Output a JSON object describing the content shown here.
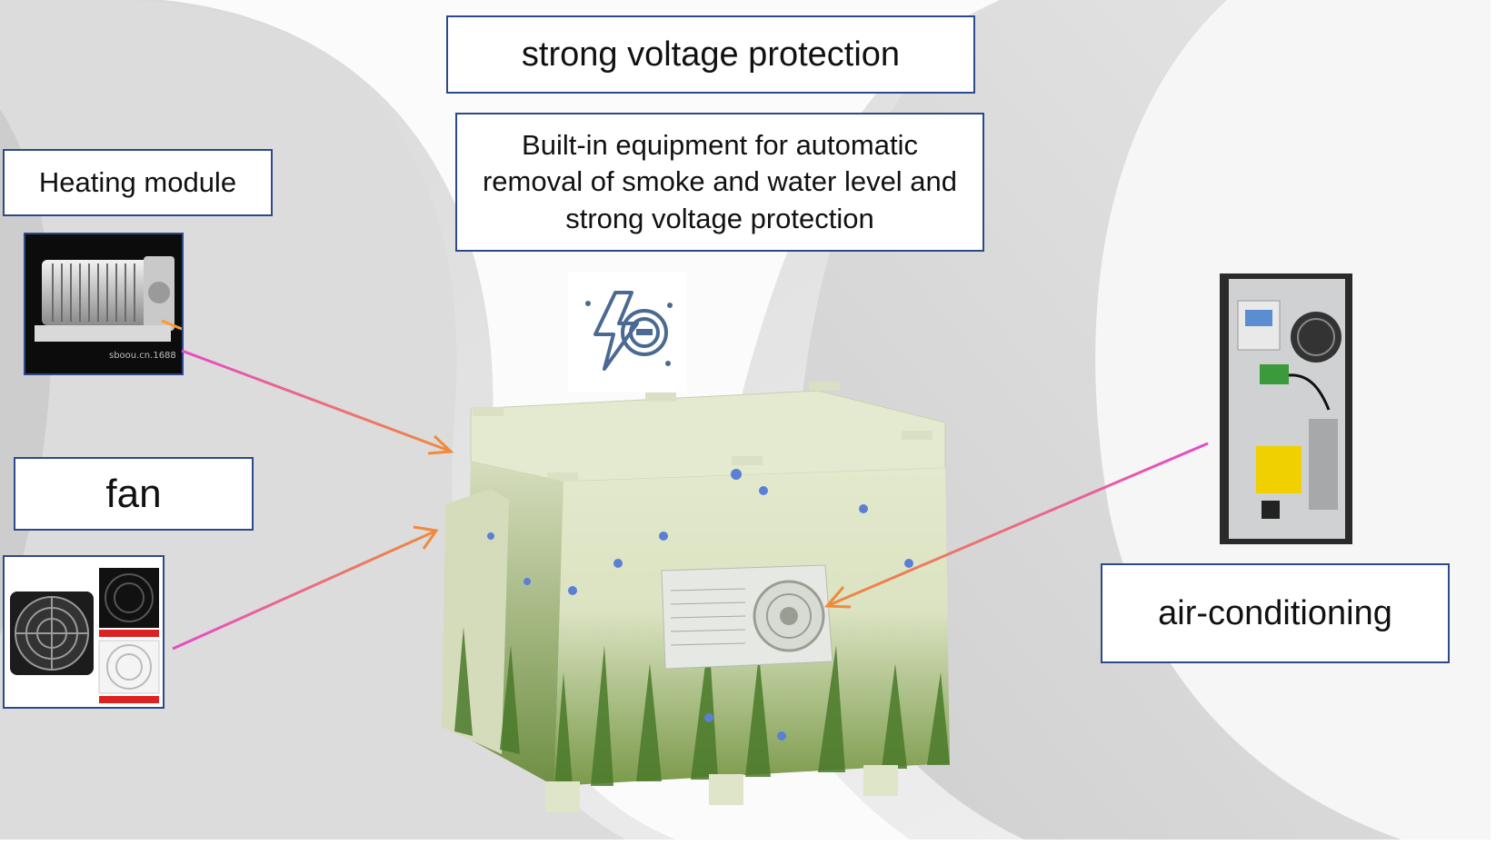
{
  "labels": {
    "top_title": "strong voltage protection",
    "built_in": "Built-in equipment for automatic removal of smoke and water level and strong voltage protection",
    "heating": "Heating module",
    "fan": "fan",
    "aircon": "air-conditioning"
  },
  "images": {
    "heater_watermark": "sboou.cn.1688"
  },
  "icons": {
    "voltage": "lightning-bolt-shield-icon"
  },
  "colors": {
    "box_border": "#2b4a8b",
    "arrow_pink": "#e64ac8",
    "arrow_orange": "#f08a3c",
    "cabinet": "#dfe6c8"
  }
}
